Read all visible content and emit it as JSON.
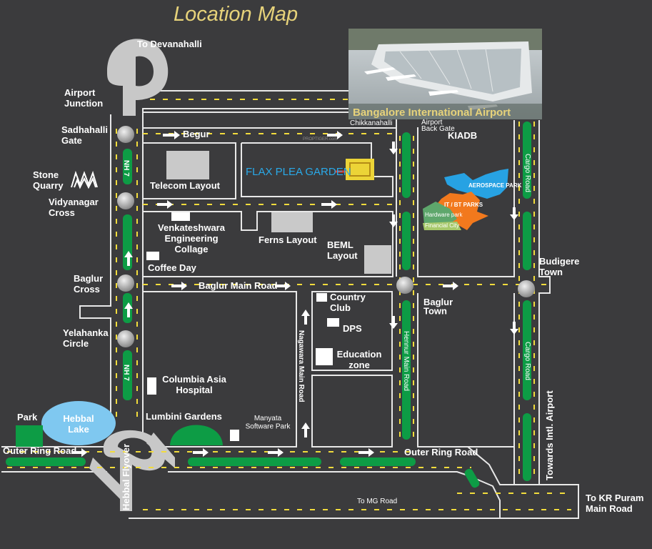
{
  "title": "Location Map",
  "airport_caption": "Bangalore International Airport",
  "project_name": "FLAX PLEA GARDEN",
  "watermark": "PROPTIGER.com",
  "colors": {
    "background": "#3b3b3d",
    "road_outline": "#e8e8e8",
    "lane_dash": "#f2dc3c",
    "median_green": "#0d9c45",
    "title_gold": "#e6d27a",
    "project_blue": "#2aa9e8",
    "lake_blue": "#7fc8f0",
    "junction_grey": "#b4b4b4"
  },
  "places": {
    "to_devanahalli": "To Devanahalli",
    "airport_junction": "Airport\nJunction",
    "sadhahalli_gate": "Sadhahalli\nGate",
    "stone_quarry": "Stone\nQuarry",
    "vidyanagar_cross": "Vidyanagar\nCross",
    "baglur_cross": "Baglur\nCross",
    "yelahanka_circle": "Yelahanka\nCircle",
    "park": "Park",
    "hebbal_lake": "Hebbal\nLake",
    "hebbal_flyover": "Hebbal Flyover",
    "outer_ring_road_left": "Outer Ring Road",
    "outer_ring_road_right": "Outer Ring Road",
    "to_mg_road": "To MG Road",
    "to_kr_puram": "To KR Puram\nMain Road",
    "towards_intl_airport": "Towards Intl. Airport",
    "budigere_town": "Budigere\nTown",
    "baglur_town": "Baglur\nTown",
    "kiadb": "KIADB",
    "airport_back_gate": "Airport\nBack Gate",
    "chikkanahalli": "Chikkanahalli",
    "begur": "Begur",
    "telecom_layout": "Telecom Layout",
    "venkateshwara": "Venkateshwara\nEngineering\nCollage",
    "coffee_day": "Coffee Day",
    "ferns_layout": "Ferns Layout",
    "beml_layout": "BEML\nLayout",
    "baglur_main_road": "Baglur Main Road",
    "country_club": "Country\nClub",
    "dps": "DPS",
    "education_zone": "Education\nzone",
    "columbia_asia": "Columbia Asia\nHospital",
    "lumbini_gardens": "Lumbini Gardens",
    "manyata": "Manyata\nSoftware Park",
    "nagawara_main_road": "Nagawara Main Road",
    "hennur_main_road": "Hennur Main Road",
    "cargo_road_top": "Cargo Road",
    "cargo_road_bottom": "Cargo Road",
    "nh7_top": "NH 7",
    "nh7_bottom": "NH 7"
  },
  "kiadb_zones": {
    "aerospace_park": "AEROSPACE PARK",
    "it_bt_parks": "IT / BT PARKS",
    "hardware_park": "Hardware park",
    "financial_city": "Financial City"
  }
}
